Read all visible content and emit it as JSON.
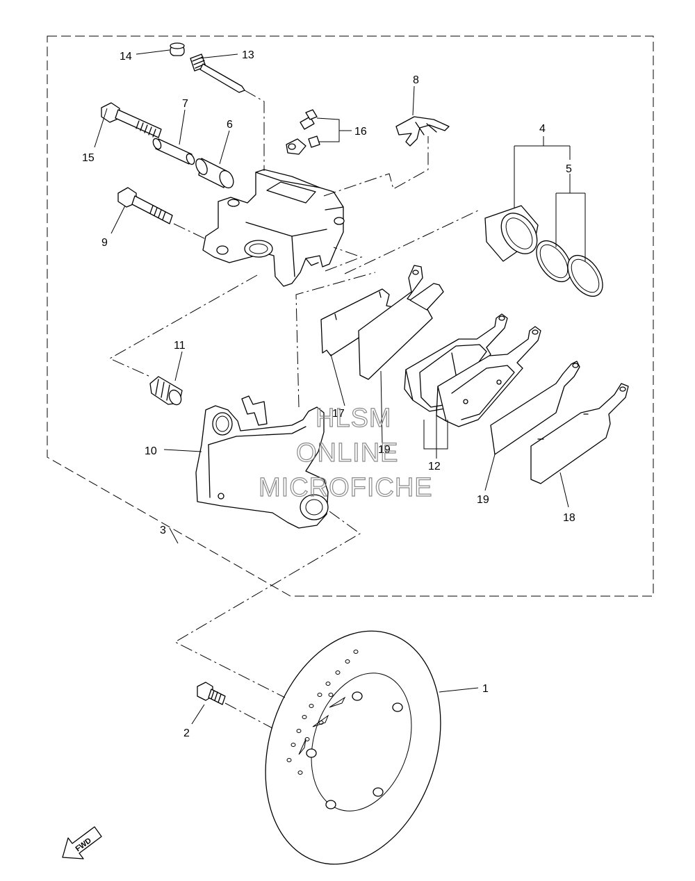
{
  "callouts": {
    "c1": "1",
    "c2": "2",
    "c3": "3",
    "c4": "4",
    "c5": "5",
    "c6": "6",
    "c7": "7",
    "c8": "8",
    "c9": "9",
    "c10": "10",
    "c11": "11",
    "c12": "12",
    "c13": "13",
    "c14": "14",
    "c15": "15",
    "c16": "16",
    "c17": "17",
    "c18": "18",
    "c19a": "19",
    "c19b": "19"
  },
  "watermark": {
    "line1": "HLSM",
    "line2": "ONLINE",
    "line3": "MICROFICHE"
  },
  "fwd_label": "FWD"
}
